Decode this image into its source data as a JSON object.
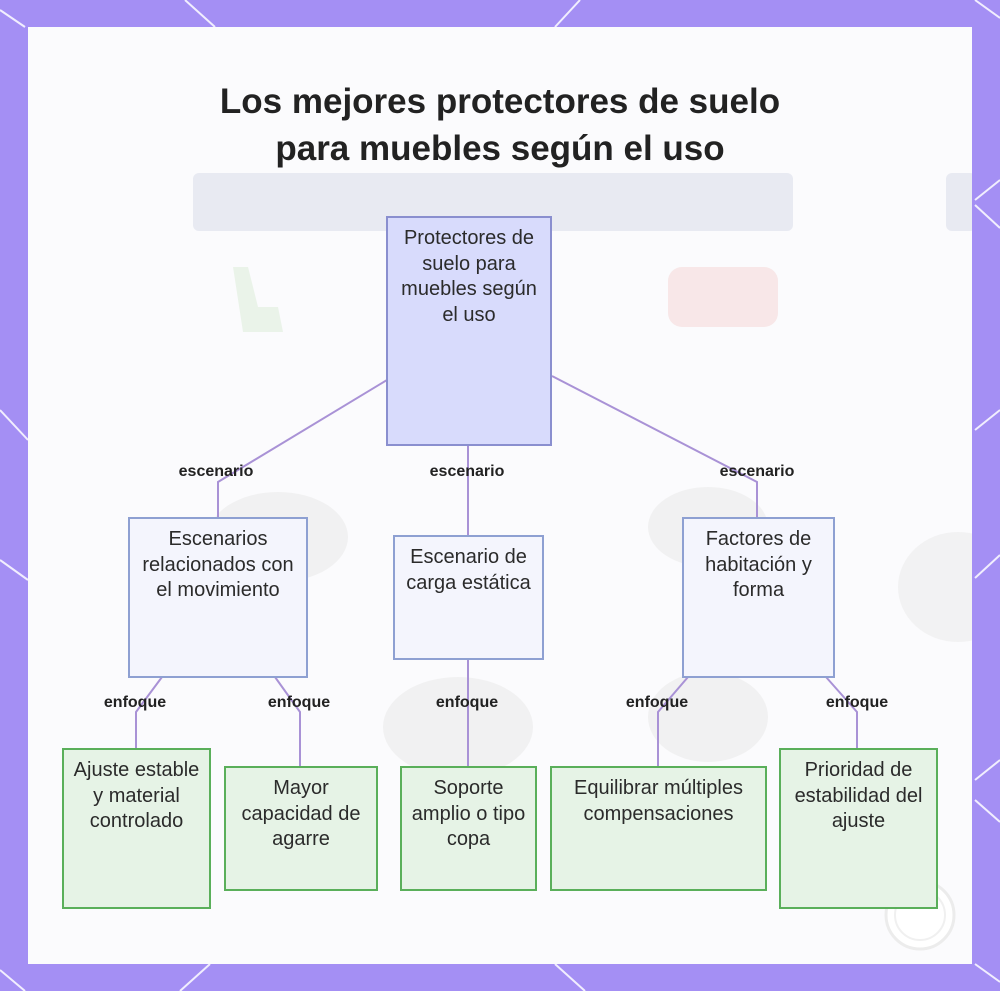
{
  "title": {
    "line1": "Los mejores protectores de suelo",
    "line2": "para muebles según el uso"
  },
  "colors": {
    "frame": "#a48ff4",
    "panel": "#fbfbfd",
    "edge": "#a992d6",
    "root_fill": "#d8dbfc",
    "mid_fill": "#f4f5fd",
    "leaf_fill": "#e6f3e6",
    "leaf_border": "#5aaf5a"
  },
  "diagram": {
    "root": {
      "label": "Protectores de suelo para muebles según el uso"
    },
    "level1": [
      {
        "label": "Escenarios relacionados con el movimiento",
        "edge_label": "escenario"
      },
      {
        "label": "Escenario de carga estática",
        "edge_label": "escenario"
      },
      {
        "label": "Factores de habitación y forma",
        "edge_label": "escenario"
      }
    ],
    "level2": [
      {
        "label": "Ajuste estable y material controlado",
        "parent": 0,
        "edge_label": "enfoque"
      },
      {
        "label": "Mayor capacidad de agarre",
        "parent": 0,
        "edge_label": "enfoque"
      },
      {
        "label": "Soporte amplio o tipo copa",
        "parent": 1,
        "edge_label": "enfoque"
      },
      {
        "label": "Equilibrar múltiples compensaciones",
        "parent": 2,
        "edge_label": "enfoque"
      },
      {
        "label": "Prioridad de estabilidad del ajuste",
        "parent": 2,
        "edge_label": "enfoque"
      }
    ]
  }
}
